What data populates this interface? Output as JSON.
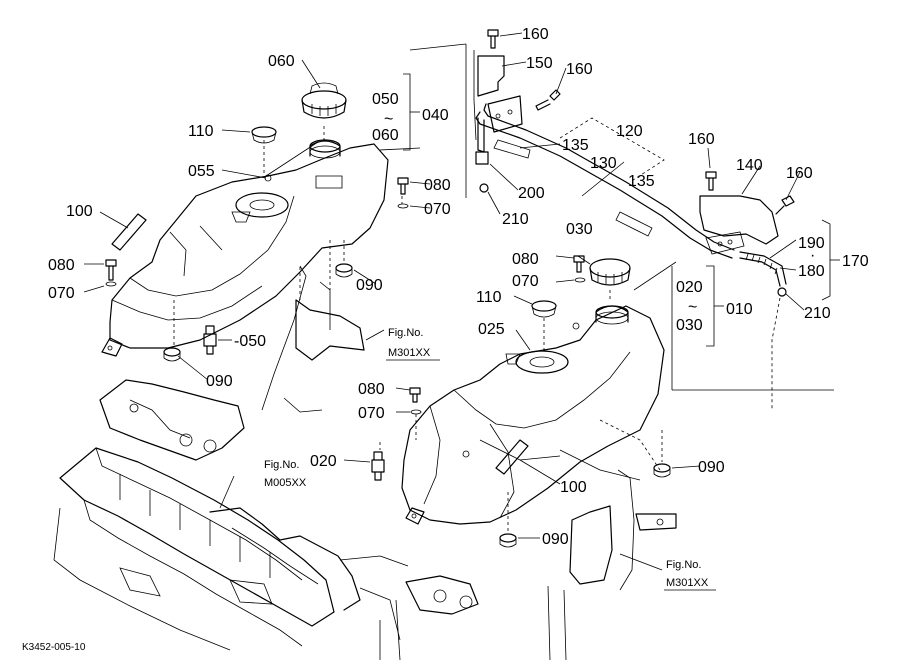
{
  "diagram": {
    "drawing_code": "K3452-005-10",
    "fig_refs": [
      {
        "title": "Fig.No.",
        "code": "M301XX"
      },
      {
        "title": "Fig.No.",
        "code": "M005XX"
      },
      {
        "title": "Fig.No.",
        "code": "M301XX"
      }
    ],
    "callouts": [
      {
        "id": "c060a",
        "text": "060"
      },
      {
        "id": "c110a",
        "text": "110"
      },
      {
        "id": "c055",
        "text": "055"
      },
      {
        "id": "c050a",
        "text": "050"
      },
      {
        "id": "ctildeA",
        "text": "~"
      },
      {
        "id": "c060b",
        "text": "060"
      },
      {
        "id": "c040",
        "text": "040"
      },
      {
        "id": "c080a",
        "text": "080"
      },
      {
        "id": "c070a",
        "text": "070"
      },
      {
        "id": "c100a",
        "text": "100"
      },
      {
        "id": "c080b",
        "text": "080"
      },
      {
        "id": "c070b",
        "text": "070"
      },
      {
        "id": "c090a",
        "text": "090"
      },
      {
        "id": "c050b",
        "text": "-050"
      },
      {
        "id": "c090b",
        "text": "090"
      },
      {
        "id": "c160a",
        "text": "160"
      },
      {
        "id": "c150",
        "text": "150"
      },
      {
        "id": "c160b",
        "text": "160"
      },
      {
        "id": "c120",
        "text": "120"
      },
      {
        "id": "c135a",
        "text": "135"
      },
      {
        "id": "c130",
        "text": "130"
      },
      {
        "id": "c135b",
        "text": "135"
      },
      {
        "id": "c160c",
        "text": "160"
      },
      {
        "id": "c140",
        "text": "140"
      },
      {
        "id": "c160d",
        "text": "160"
      },
      {
        "id": "c200",
        "text": "200"
      },
      {
        "id": "c210a",
        "text": "210"
      },
      {
        "id": "c030a",
        "text": "030"
      },
      {
        "id": "c080c",
        "text": "080"
      },
      {
        "id": "c070c",
        "text": "070"
      },
      {
        "id": "c190",
        "text": "190"
      },
      {
        "id": "cdot",
        "text": "·"
      },
      {
        "id": "c180",
        "text": "180"
      },
      {
        "id": "c170",
        "text": "170"
      },
      {
        "id": "c210b",
        "text": "210"
      },
      {
        "id": "c110b",
        "text": "110"
      },
      {
        "id": "c020a",
        "text": "020"
      },
      {
        "id": "ctildeB",
        "text": "~"
      },
      {
        "id": "c030b",
        "text": "030"
      },
      {
        "id": "c010",
        "text": "010"
      },
      {
        "id": "c025",
        "text": "025"
      },
      {
        "id": "c080d",
        "text": "080"
      },
      {
        "id": "c070d",
        "text": "070"
      },
      {
        "id": "c020b",
        "text": "020"
      },
      {
        "id": "c100b",
        "text": "100"
      },
      {
        "id": "c090c",
        "text": "090"
      },
      {
        "id": "c090d",
        "text": "090"
      }
    ]
  }
}
